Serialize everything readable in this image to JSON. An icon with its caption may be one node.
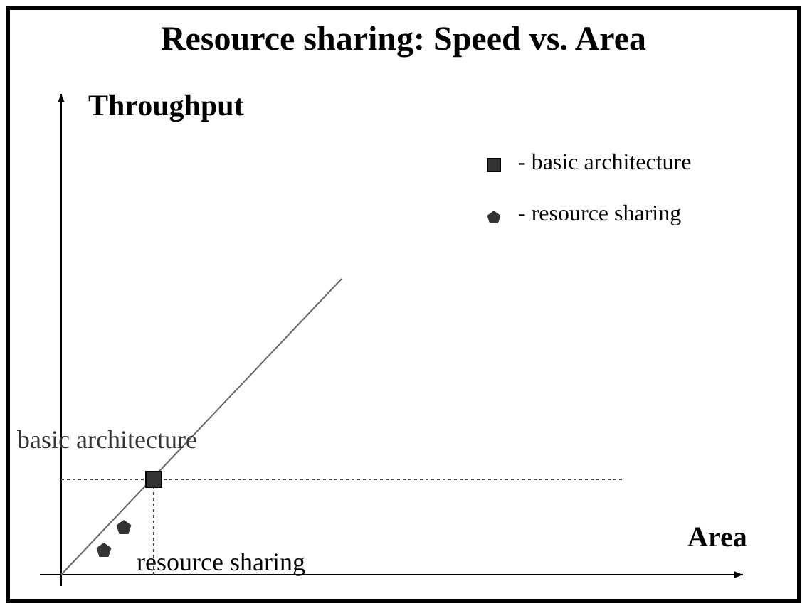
{
  "diagram": {
    "title": "Resource sharing: Speed vs. Area",
    "labels": [
      "Throughput",
      "Area",
      "basic architecture",
      "resource sharing"
    ],
    "legend": [
      {
        "text": "- basic architecture"
      },
      {
        "text": "- resource sharing"
      }
    ]
  }
}
